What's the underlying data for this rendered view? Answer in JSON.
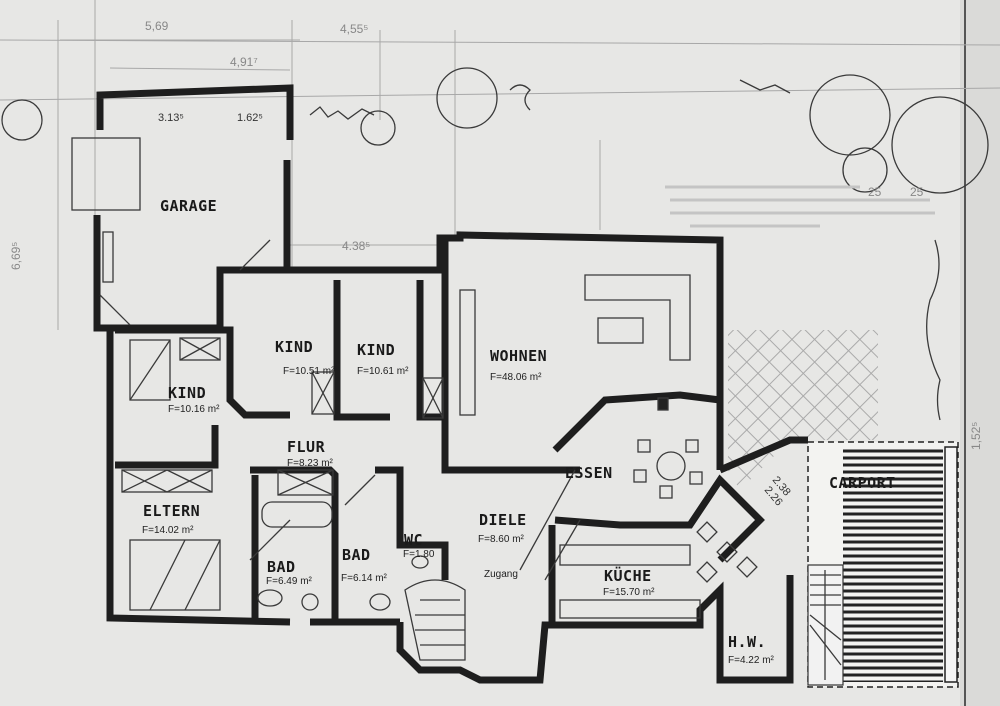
{
  "rooms": {
    "garage": {
      "name": "GARAGE"
    },
    "kind1": {
      "name": "KIND",
      "area": "F=10.51 m²"
    },
    "kind2": {
      "name": "KIND",
      "area": "F=10.61 m²"
    },
    "kind3": {
      "name": "KIND",
      "area": "F=10.16 m²"
    },
    "wohnen": {
      "name": "WOHNEN",
      "area": "F=48.06 m²"
    },
    "flur": {
      "name": "FLUR",
      "area": "F=8.23 m²"
    },
    "essen": {
      "name": "ESSEN"
    },
    "eltern": {
      "name": "ELTERN",
      "area": "F=14.02 m²"
    },
    "diele": {
      "name": "DIELE",
      "area": "F=8.60 m²"
    },
    "wc": {
      "name": "WC",
      "area": "F=1.80"
    },
    "bad1": {
      "name": "BAD",
      "area": "F=6.49 m²"
    },
    "bad2": {
      "name": "BAD",
      "area": "F=6.14 m²"
    },
    "kueche": {
      "name": "KÜCHE",
      "area": "F=15.70 m²"
    },
    "hw": {
      "name": "H.W.",
      "area": "F=4.22 m²"
    },
    "carport": {
      "name": "CARPORT"
    }
  },
  "dimensions": {
    "garage_left": "3.13⁵",
    "garage_right": "1.62⁵",
    "top_a": "5,69",
    "top_b": "4,55⁵",
    "top_c": "4,91⁷",
    "middle": "4.38⁵",
    "left_side": "6,69⁵",
    "diag_a": "2.38",
    "diag_b": "2.26",
    "right_edge": "1,52⁵"
  },
  "annotations": {
    "entrance": "Zugang",
    "right_note_1": "25",
    "right_note_2": "25"
  }
}
